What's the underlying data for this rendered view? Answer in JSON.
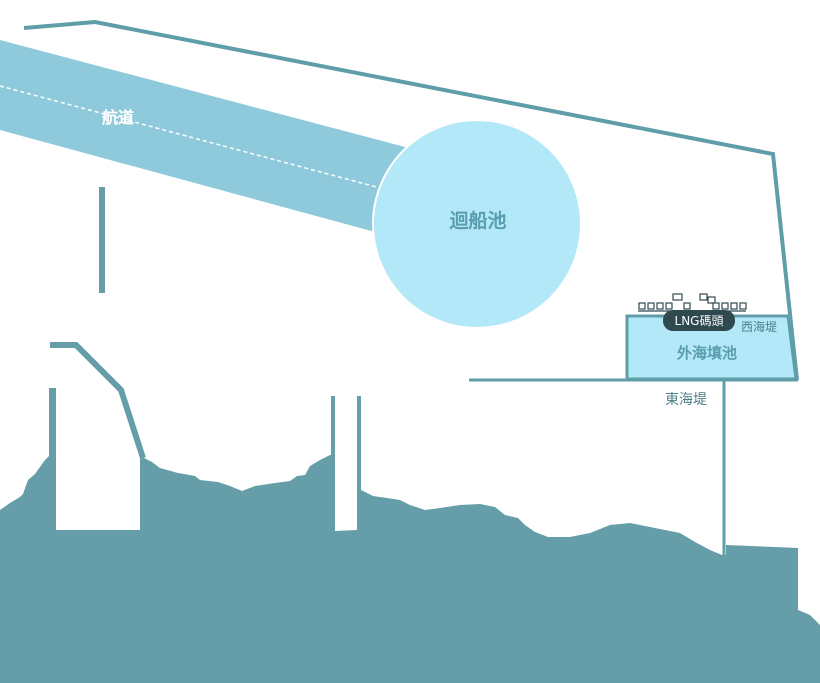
{
  "labels": {
    "channel": "航道",
    "turning_basin": "迴船池",
    "lng_terminal": "LNG碼頭",
    "west_breakwater": "西海堤",
    "reclamation_pool": "外海填池",
    "east_breakwater": "東海堤"
  },
  "colors": {
    "land": "#659ea8",
    "outline": "#5f9ea8",
    "channel": "#8ecadb",
    "basin": "#b2e8f8",
    "label_text": "#5a9db0",
    "badge": "#2f4a4f"
  }
}
